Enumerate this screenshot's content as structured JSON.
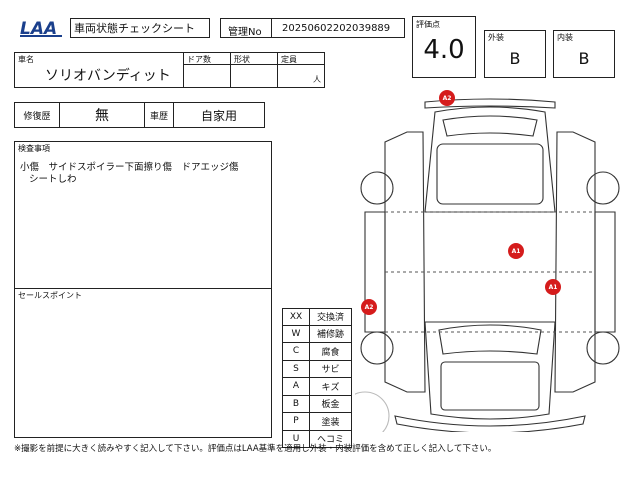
{
  "header": {
    "title": "車両状態チェックシート",
    "mgmt_label": "管理No",
    "mgmt_value": "20250602202039889"
  },
  "rating": {
    "score_label": "評価点",
    "score": "4.0",
    "exterior_label": "外装",
    "exterior": "B",
    "interior_label": "内装",
    "interior": "B"
  },
  "vehicle": {
    "name_label": "車名",
    "name": "ソリオバンディット",
    "doors_label": "ドア数",
    "shape_label": "形状",
    "capacity_label": "定員",
    "capacity_unit": "人",
    "repair_label": "修復歴",
    "repair": "無",
    "history_label": "車歴",
    "history": "自家用"
  },
  "inspection": {
    "label": "検査事項",
    "line1": "小傷　サイドスポイラー下面擦り傷　ドアエッジ傷",
    "line2": "シートしわ"
  },
  "sales": {
    "label": "セールスポイント"
  },
  "codes": [
    {
      "k": "XX",
      "v": "交換済"
    },
    {
      "k": "W",
      "v": "補修跡"
    },
    {
      "k": "C",
      "v": "腐食"
    },
    {
      "k": "S",
      "v": "サビ"
    },
    {
      "k": "A",
      "v": "キズ"
    },
    {
      "k": "B",
      "v": "板金"
    },
    {
      "k": "P",
      "v": "塗装"
    },
    {
      "k": "U",
      "v": "ヘコミ"
    }
  ],
  "markers": [
    "A2",
    "A1",
    "A1",
    "A2"
  ],
  "footer": {
    "note": "※撮影を前提に大きく読みやすく記入して下さい。評価点はLAA基準を適用し外装・内装評価を含めて正しく記入して下さい。"
  },
  "colors": {
    "marker": "#d51c1c",
    "logo": "#1a3f8c"
  }
}
